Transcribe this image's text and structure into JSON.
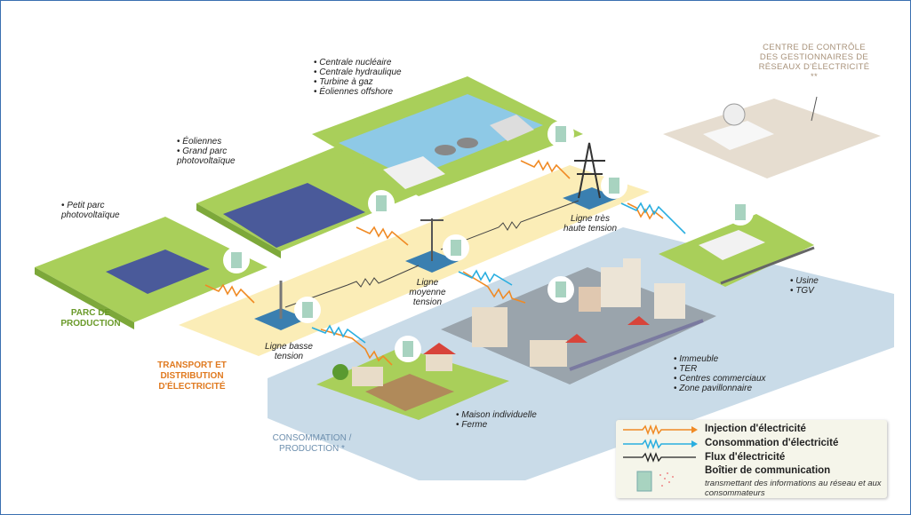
{
  "labels": {
    "production_top": [
      "Centrale nucléaire",
      "Centrale hydraulique",
      "Turbine à gaz",
      "Éoliennes offshore"
    ],
    "production_mid": [
      "Éoliennes",
      "Grand parc photovoltaïque"
    ],
    "production_left": [
      "Petit parc photovoltaïque"
    ],
    "line_very_high": "Ligne très haute tension",
    "line_medium": "Ligne moyenne tension",
    "line_low": "Ligne basse tension",
    "industry": [
      "Usine",
      "TGV"
    ],
    "city": [
      "Immeuble",
      "TER",
      "Centres commerciaux",
      "Zone pavillonnaire"
    ],
    "farm": [
      "Maison individuelle",
      "Ferme"
    ]
  },
  "sections": {
    "production": "PARC DE PRODUCTION",
    "transport": "TRANSPORT ET DISTRIBUTION D'ÉLECTRICITÉ",
    "consumption": "CONSOMMATION / PRODUCTION *",
    "control_center": "CENTRE DE CONTRÔLE DES GESTIONNAIRES DE RÉSEAUX D'ÉLECTRICITÉ **"
  },
  "legend": {
    "injection": "Injection d'électricité",
    "consumption": "Consommation d'électricité",
    "flow": "Flux d'électricité",
    "box_title": "Boîtier de communication",
    "box_desc": "transmettant des informations au réseau et aux consommateurs"
  },
  "colors": {
    "injection": "#f08a24",
    "consumption": "#29aee0",
    "flow": "#222222",
    "production_platform": "#a9cf5a",
    "transport_band": "#fbedb7",
    "consumption_area": "#c9dbe8",
    "frame": "#3a6fb0"
  }
}
